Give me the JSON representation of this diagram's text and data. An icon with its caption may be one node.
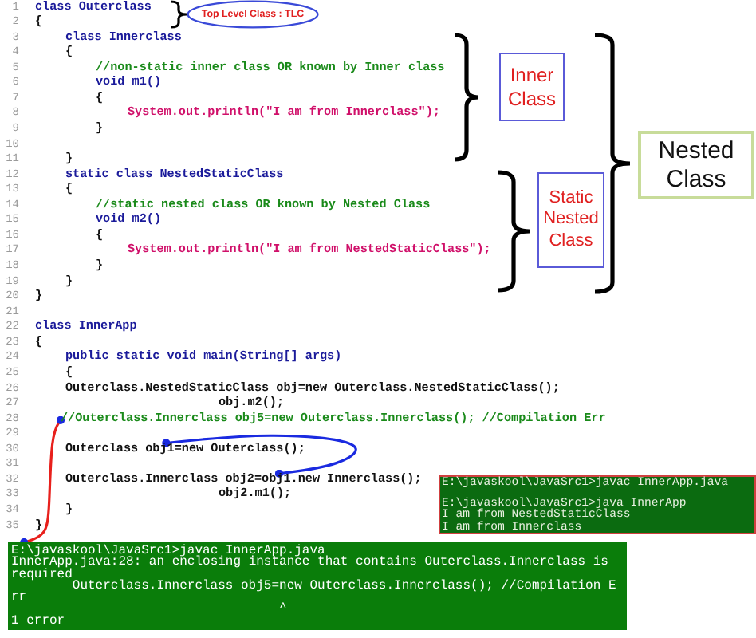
{
  "diagram": {
    "nodes": [
      {
        "text": [
          "Top Level Class : TLC"
        ]
      },
      {
        "text": [
          "Inner Class"
        ]
      },
      {
        "text": [
          "Static Nested Class"
        ]
      },
      {
        "text": [
          "Nested Class"
        ]
      },
      {
        "text": [
          "//Outerclass.Innerclass obj5=new Outerclass.Innerclass(); //Compilation Err"
        ]
      },
      {
        "text": [
          "Outerclass obj1=new Outerclass();"
        ]
      },
      {
        "text": [
          "Outerclass.Innerclass obj2=obj1.new Innerclass();"
        ]
      },
      {
        "text": [
          "E:\\javaskool\\JavaSrc1>javac InnerApp.java",
          "E:\\javaskool\\JavaSrc1>java InnerApp",
          "I am from NestedStaticClass",
          "I am from Innerclass"
        ]
      },
      {
        "text": [
          "E:\\javaskool\\JavaSrc1>javac InnerApp.java",
          "InnerApp.java:28: an enclosing instance that contains Outerclass.Innerclass is required",
          "Outerclass.Innerclass obj5=new Outerclass.Innerclass(); //Compilation Err",
          "^",
          "1 error"
        ]
      }
    ],
    "edges": [
      {
        "from": 4,
        "to": 8,
        "arrow": "other",
        "color": "#e8201c"
      },
      {
        "from": 5,
        "to": 6,
        "arrow": "other",
        "color": "#1a2ae0"
      }
    ],
    "labels": [
      "1",
      "class Outerclass",
      "2",
      "{",
      "3",
      "class Innerclass",
      "4",
      "{",
      "5",
      "//non-static inner class OR known by Inner class",
      "6",
      "void m1()",
      "7",
      "{",
      "8",
      "System.out.println(\"I am from Innerclass\");",
      "9",
      "}",
      "10",
      "11",
      "}",
      "12",
      "static class NestedStaticClass",
      "13",
      "{",
      "14",
      "//static nested class OR known by Nested Class",
      "15",
      "void m2()",
      "16",
      "{",
      "17",
      "System.out.println(\"I am from NestedStaticClass\");",
      "18",
      "}",
      "19",
      "}",
      "20",
      "}",
      "21",
      "22",
      "class InnerApp",
      "23",
      "{",
      "24",
      "public static void main(String[] args)",
      "25",
      "{",
      "26",
      "Outerclass.NestedStaticClass obj=new Outerclass.NestedStaticClass();",
      "27",
      "obj.m2();",
      "28",
      "29",
      "30",
      "31",
      "32",
      "33",
      "obj2.m1();",
      "34",
      "}",
      "35",
      "}"
    ]
  }
}
